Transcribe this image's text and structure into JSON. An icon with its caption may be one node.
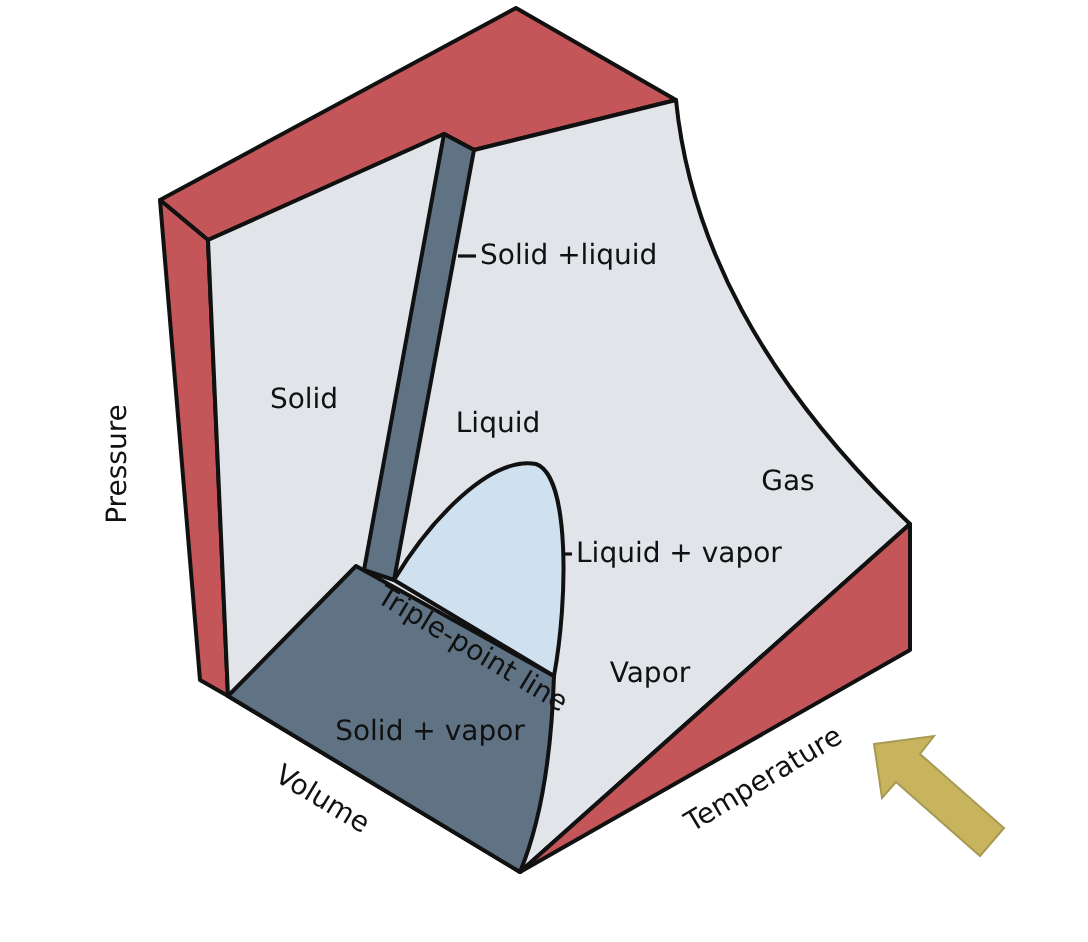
{
  "diagram": {
    "nodes": [
      {
        "text": [
          "Solid +liquid"
        ]
      },
      {
        "text": [],
        "shape": "bar"
      },
      {
        "text": [
          "Liquid + vapor"
        ]
      },
      {
        "text": [],
        "shape": "dome"
      }
    ],
    "edges": [
      {
        "from": 0,
        "to": 1,
        "arrow": "none"
      },
      {
        "from": 2,
        "to": 3,
        "arrow": "none"
      }
    ],
    "labels": [
      "Solid",
      "Liquid",
      "Gas",
      "Pressure",
      "Triple-point line",
      "Vapor",
      "Solid + vapor",
      "Volume",
      "Temperature"
    ]
  }
}
